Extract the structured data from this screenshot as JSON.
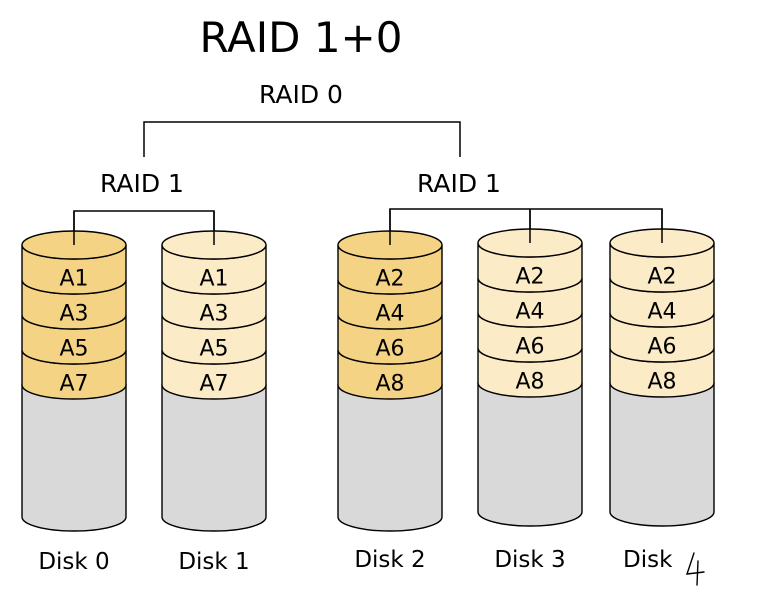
{
  "title": "RAID 1+0",
  "top_level": {
    "label": "RAID 0"
  },
  "groups": [
    {
      "label": "RAID 1",
      "disks": [
        0,
        1
      ]
    },
    {
      "label": "RAID 1",
      "disks": [
        2,
        3,
        4
      ]
    }
  ],
  "disks": [
    {
      "label": "Disk 0",
      "blocks": [
        "A1",
        "A3",
        "A5",
        "A7"
      ],
      "role": "primary"
    },
    {
      "label": "Disk 1",
      "blocks": [
        "A1",
        "A3",
        "A5",
        "A7"
      ],
      "role": "mirror"
    },
    {
      "label": "Disk 2",
      "blocks": [
        "A2",
        "A4",
        "A6",
        "A8"
      ],
      "role": "primary"
    },
    {
      "label": "Disk 3",
      "blocks": [
        "A2",
        "A4",
        "A6",
        "A8"
      ],
      "role": "mirror"
    },
    {
      "label": "Disk ",
      "handwritten_suffix": "4",
      "blocks": [
        "A2",
        "A4",
        "A6",
        "A8"
      ],
      "role": "mirror"
    }
  ],
  "colors": {
    "primary_block": "#f4d384",
    "mirror_block": "#fbebc7",
    "empty_space": "#d9d9d9",
    "outline": "#000000"
  }
}
